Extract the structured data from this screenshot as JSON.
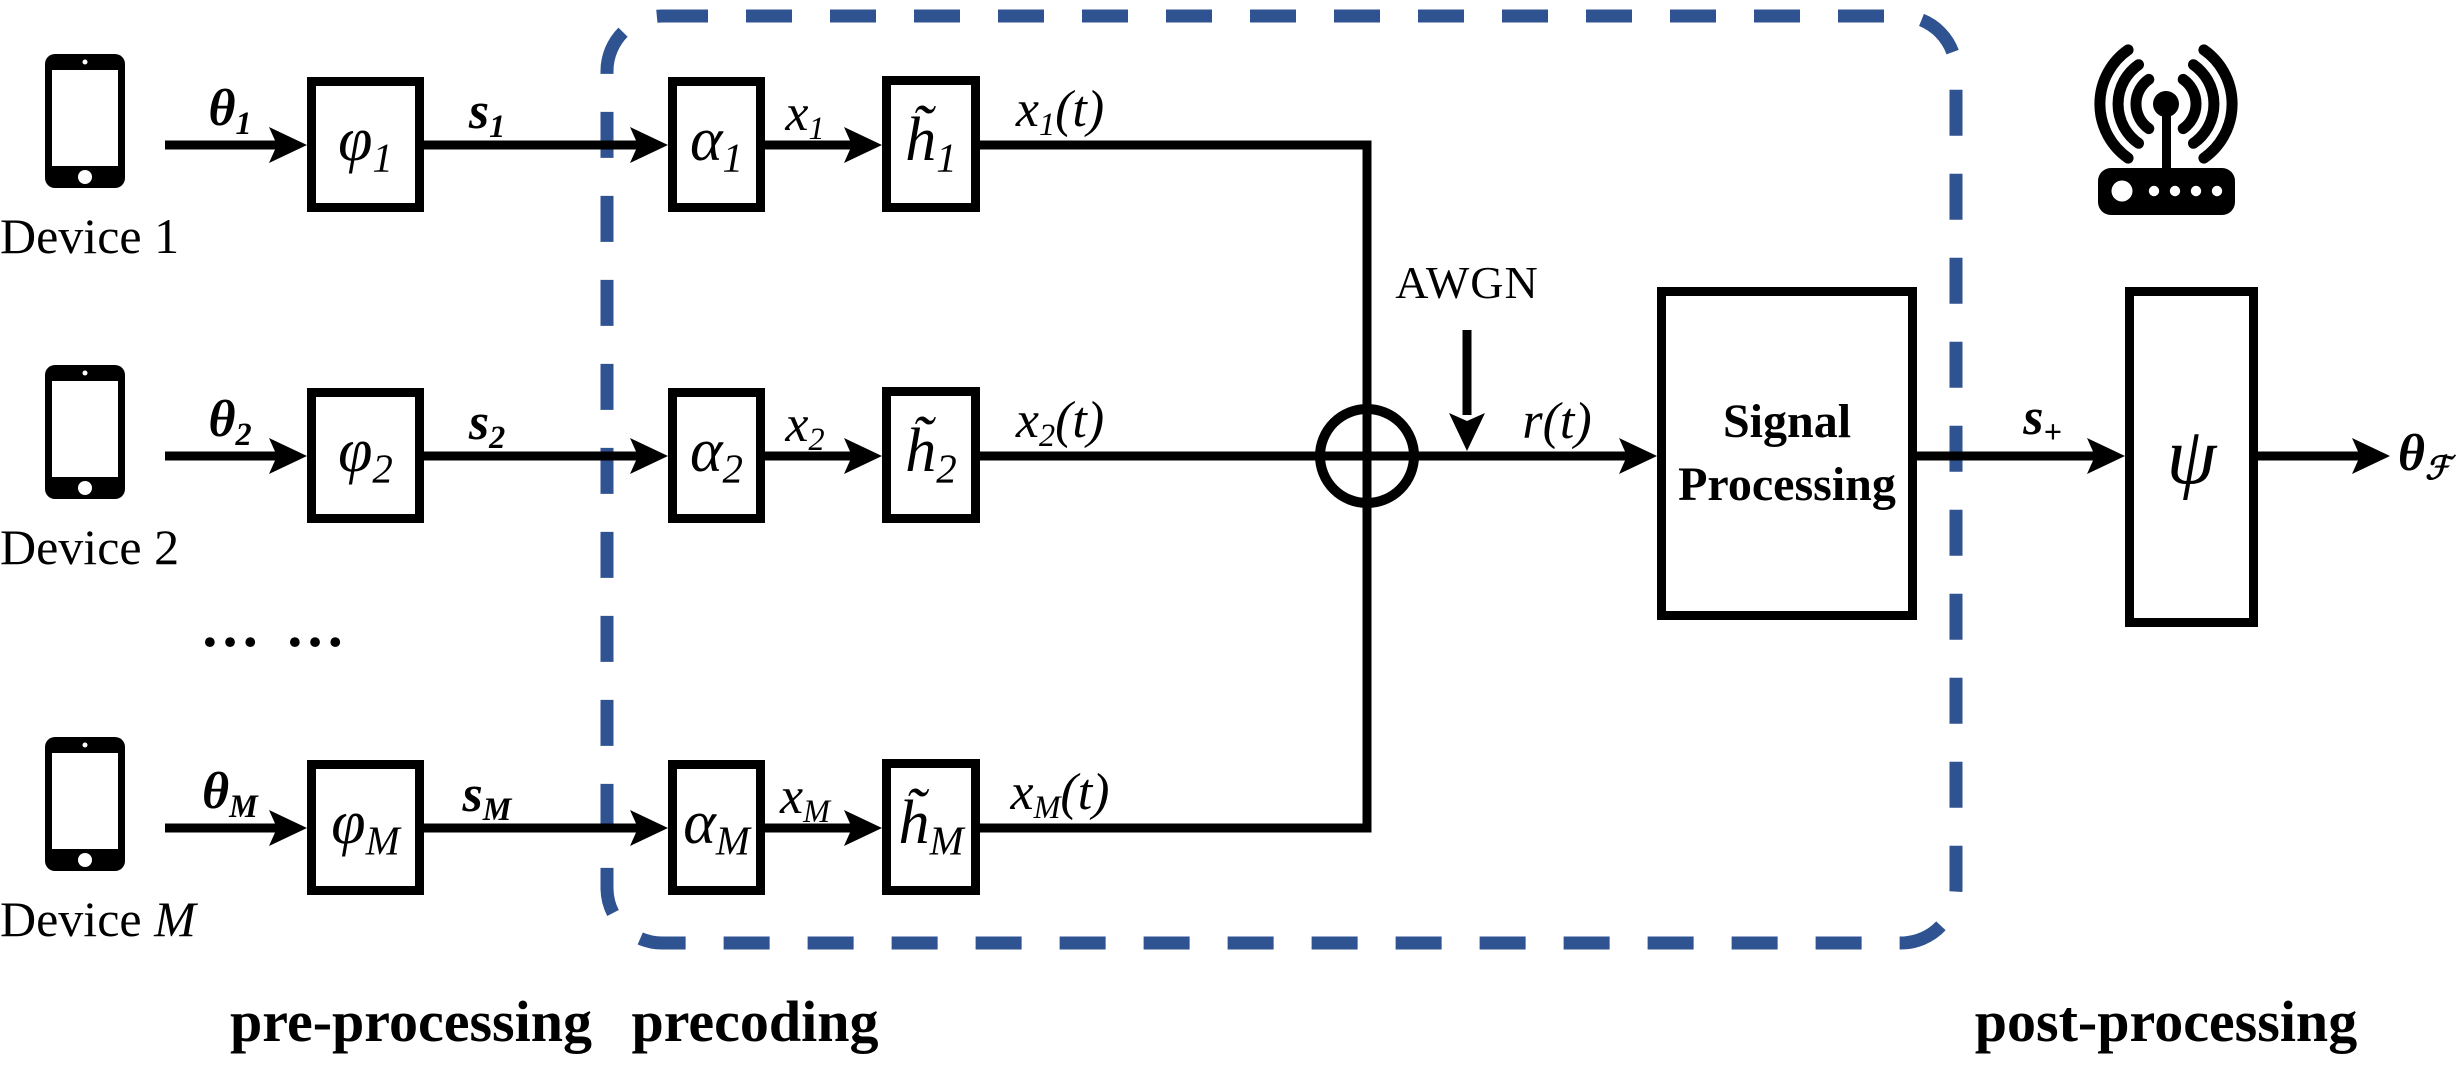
{
  "colors": {
    "line": "#000000",
    "dashed_border": "#2F5291",
    "background": "#FFFFFF"
  },
  "rows": [
    {
      "device_prefix": "Device",
      "device_id": "1",
      "theta": {
        "base": "θ",
        "sub": "1"
      },
      "phi": {
        "base": "φ",
        "sub": "1"
      },
      "s": {
        "base": "s",
        "sub": "1"
      },
      "alpha": {
        "base": "α",
        "sub": "1"
      },
      "x": {
        "base": "x",
        "sub": "1"
      },
      "h": {
        "base": "h̃",
        "sub": "1"
      },
      "xt": {
        "base": "x",
        "sub": "1",
        "suffix": "(t)"
      }
    },
    {
      "device_prefix": "Device",
      "device_id": "2",
      "theta": {
        "base": "θ",
        "sub": "2"
      },
      "phi": {
        "base": "φ",
        "sub": "2"
      },
      "s": {
        "base": "s",
        "sub": "2"
      },
      "alpha": {
        "base": "α",
        "sub": "2"
      },
      "x": {
        "base": "x",
        "sub": "2"
      },
      "h": {
        "base": "h̃",
        "sub": "2"
      },
      "xt": {
        "base": "x",
        "sub": "2",
        "suffix": "(t)"
      }
    },
    {
      "device_prefix": "Device",
      "device_id": "M",
      "theta": {
        "base": "θ",
        "sub": "M"
      },
      "phi": {
        "base": "φ",
        "sub": "M"
      },
      "s": {
        "base": "s",
        "sub": "M"
      },
      "alpha": {
        "base": "α",
        "sub": "M"
      },
      "x": {
        "base": "x",
        "sub": "M"
      },
      "h": {
        "base": "h̃",
        "sub": "M"
      },
      "xt": {
        "base": "x",
        "sub": "M",
        "suffix": "(t)"
      }
    }
  ],
  "ellipsis": "… …",
  "awgn_label": "AWGN",
  "rt_label": {
    "base": "r",
    "suffix": "(t)"
  },
  "signal_processing_label": "Signal Processing",
  "s_plus": {
    "base": "s",
    "sub": "+"
  },
  "psi_label": {
    "base": "ψ"
  },
  "theta_out": {
    "base": "θ",
    "sub": "ℱ"
  },
  "section_labels": {
    "pre": "pre-processing",
    "precoding": "precoding",
    "post": "post-processing"
  }
}
